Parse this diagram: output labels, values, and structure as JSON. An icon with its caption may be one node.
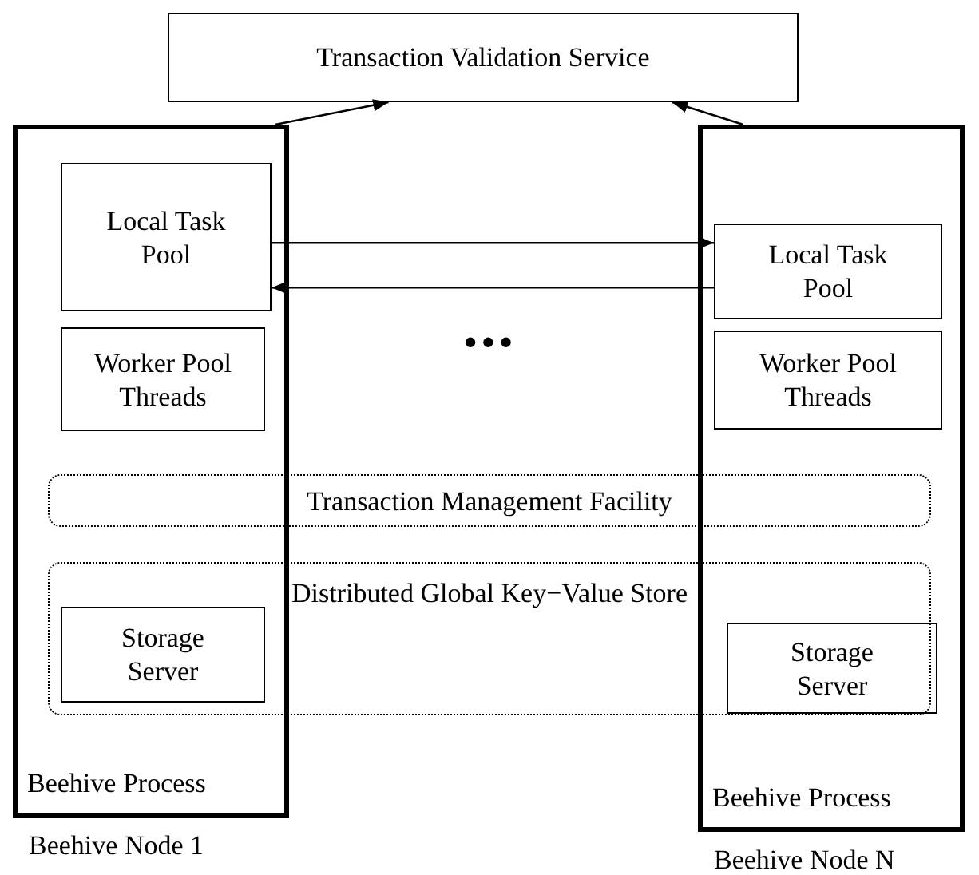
{
  "diagram": {
    "nodes": [
      {
        "text": [
          "Transaction Validation Service"
        ]
      },
      {
        "text": [
          "Beehive Process"
        ],
        "beside": [
          "Beehive Node 1"
        ]
      },
      {
        "text": [
          "Local Task Pool"
        ],
        "in": 1
      },
      {
        "text": [
          "Worker Pool Threads"
        ],
        "in": 1
      },
      {
        "text": [
          "Storage Server"
        ]
      },
      {
        "text": [
          "Beehive Process"
        ],
        "beside": [
          "Beehive Node N"
        ]
      },
      {
        "text": [
          "Local Task Pool"
        ],
        "in": 5
      },
      {
        "text": [
          "Worker Pool Threads"
        ],
        "in": 5
      },
      {
        "text": [
          "Storage Server"
        ]
      },
      {
        "text": [
          "Transaction Management Facility"
        ]
      },
      {
        "text": [
          "Distributed Global Key−Value Store"
        ]
      }
    ],
    "edges": [
      {
        "from": 1,
        "to": 0,
        "arrow": "to"
      },
      {
        "from": 5,
        "to": 0,
        "arrow": "to"
      },
      {
        "from": 2,
        "to": 6,
        "arrow": "to"
      },
      {
        "from": 6,
        "to": 2,
        "arrow": "to"
      }
    ],
    "labels": [
      "•••"
    ]
  }
}
